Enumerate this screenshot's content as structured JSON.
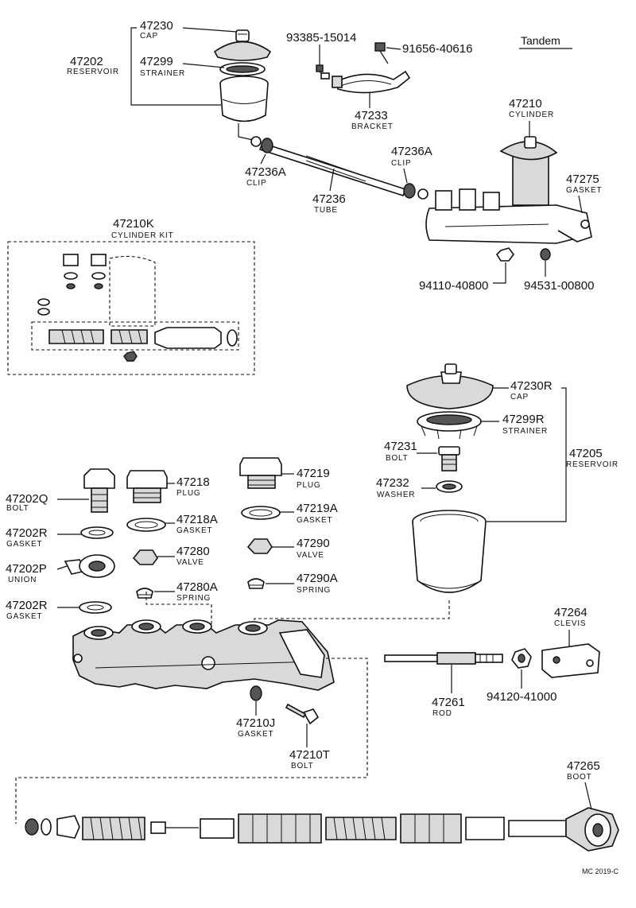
{
  "diagram_title": "Tandem",
  "figure_code": "MC 2019-C",
  "callouts": {
    "c47230": {
      "num": "47230",
      "name": "CAP"
    },
    "c47202": {
      "num": "47202",
      "name": "RESERVOIR"
    },
    "c47299": {
      "num": "47299",
      "name": "STRAINER"
    },
    "c93385": {
      "num": "93385-15014",
      "name": ""
    },
    "c91656": {
      "num": "91656-40616",
      "name": ""
    },
    "c47233": {
      "num": "47233",
      "name": "BRACKET"
    },
    "c47210": {
      "num": "47210",
      "name": "CYLINDER"
    },
    "c47236A_l": {
      "num": "47236A",
      "name": "CLIP"
    },
    "c47236A_r": {
      "num": "47236A",
      "name": "CLIP"
    },
    "c47236": {
      "num": "47236",
      "name": "TUBE"
    },
    "c47275": {
      "num": "47275",
      "name": "GASKET"
    },
    "c94110": {
      "num": "94110-40800",
      "name": ""
    },
    "c94531": {
      "num": "94531-00800",
      "name": ""
    },
    "c47210K": {
      "num": "47210K",
      "name": "CYLINDER KIT"
    },
    "c47230R": {
      "num": "47230R",
      "name": "CAP"
    },
    "c47299R": {
      "num": "47299R",
      "name": "STRAINER"
    },
    "c47205": {
      "num": "47205",
      "name": "RESERVOIR"
    },
    "c47231": {
      "num": "47231",
      "name": "BOLT"
    },
    "c47232": {
      "num": "47232",
      "name": "WASHER"
    },
    "c47202Q": {
      "num": "47202Q",
      "name": "BOLT"
    },
    "c47218": {
      "num": "47218",
      "name": "PLUG"
    },
    "c47219": {
      "num": "47219",
      "name": "PLUG"
    },
    "c47218A": {
      "num": "47218A",
      "name": "GASKET"
    },
    "c47219A": {
      "num": "47219A",
      "name": "GASKET"
    },
    "c47202R_a": {
      "num": "47202R",
      "name": "GASKET"
    },
    "c47280": {
      "num": "47280",
      "name": "VALVE"
    },
    "c47290": {
      "num": "47290",
      "name": "VALVE"
    },
    "c47202P": {
      "num": "47202P",
      "name": "UNION"
    },
    "c47280A": {
      "num": "47280A",
      "name": "SPRING"
    },
    "c47290A": {
      "num": "47290A",
      "name": "SPRING"
    },
    "c47202R_b": {
      "num": "47202R",
      "name": "GASKET"
    },
    "c47264": {
      "num": "47264",
      "name": "CLEVIS"
    },
    "c47261": {
      "num": "47261",
      "name": "ROD"
    },
    "c94120": {
      "num": "94120-41000",
      "name": ""
    },
    "c47210J": {
      "num": "47210J",
      "name": "GASKET"
    },
    "c47210T": {
      "num": "47210T",
      "name": "BOLT"
    },
    "c47265": {
      "num": "47265",
      "name": "BOOT"
    }
  }
}
